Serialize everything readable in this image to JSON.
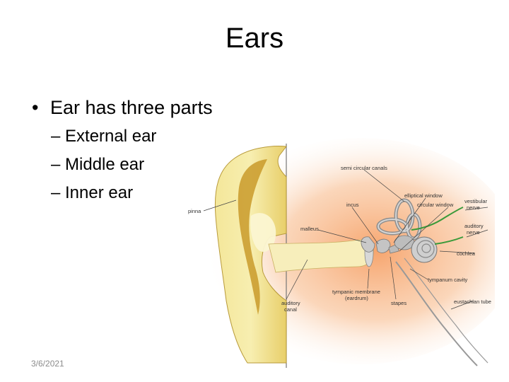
{
  "slide": {
    "title": "Ears",
    "bullet_main": "Ear has three parts",
    "sub_bullets": [
      "– External ear",
      "– Middle ear",
      "– Inner ear"
    ],
    "footer_date": "3/6/2021"
  },
  "figure": {
    "labels": {
      "semicircular_canals": "semi circular canals",
      "elliptical_window": "elliptical window",
      "incus": "incus",
      "circular_window": "circular window",
      "vestibular_nerve_1": "vestibular",
      "vestibular_nerve_2": "nerve",
      "pinna": "pinna",
      "malleus": "malleus",
      "auditory_nerve_1": "auditory",
      "auditory_nerve_2": "nerve",
      "cochlea": "cochlea",
      "tympanum_cavity": "tympanum cavity",
      "tympanic_membrane_1": "tympanic membrane",
      "tympanic_membrane_2": "(eardrum)",
      "eustachian_tube": "eustachian tube",
      "auditory_canal_1": "auditory",
      "auditory_canal_2": "canal",
      "stapes": "stapes"
    },
    "colors": {
      "skin_glow": "#f6a066",
      "pinna_yellow": "#f4e79a",
      "pinna_dark": "#c99a2a",
      "canal_cream": "#fbf6d2",
      "inner_gray": "#b9b9b9",
      "nerve_green": "#3a9a3a"
    }
  }
}
